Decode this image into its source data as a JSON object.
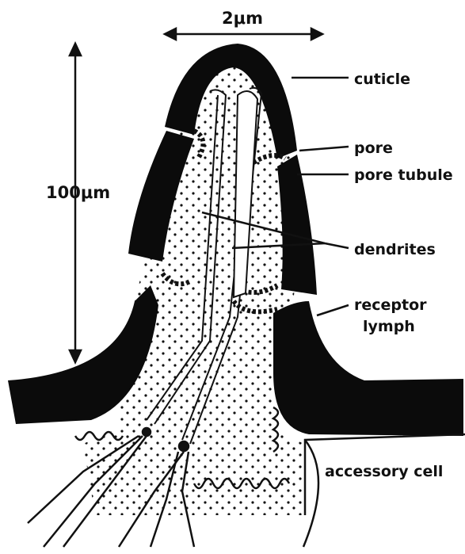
{
  "dimensions": {
    "width_label": "2μm",
    "height_label": "100μm"
  },
  "labels": {
    "cuticle": "cuticle",
    "pore": "pore",
    "pore_tubule": "pore tubule",
    "dendrites": "dendrites",
    "receptor_lymph_line1": "receptor",
    "receptor_lymph_line2": "lymph",
    "accessory_cell": "accessory cell"
  }
}
